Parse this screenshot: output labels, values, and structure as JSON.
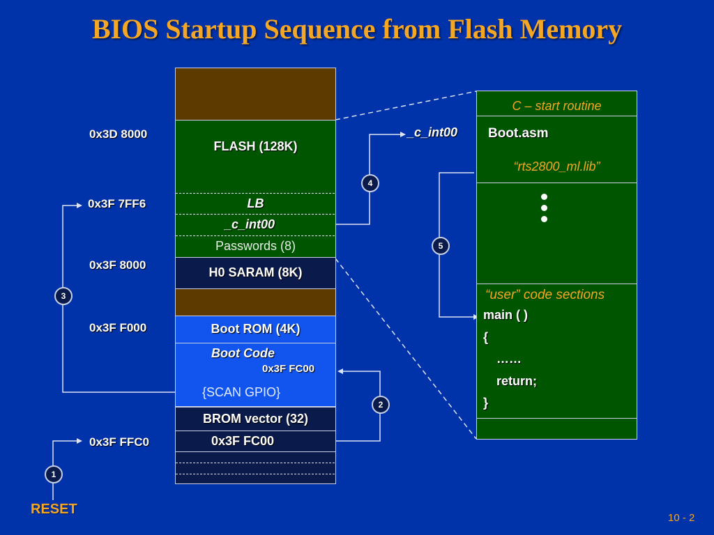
{
  "title": "BIOS Startup Sequence from Flash Memory",
  "memory_map": {
    "flash_label": "FLASH (128K)",
    "lb_label": "LB",
    "c_int00_label": "_c_int00",
    "passwords_label": "Passwords (8)",
    "h0_saram_label": "H0 SARAM (8K)",
    "boot_rom_label": "Boot ROM (4K)",
    "boot_code_label": "Boot Code",
    "boot_code_addr": "0x3F FC00",
    "scan_gpio_label": "{SCAN GPIO}",
    "brom_vector_label": "BROM vector (32)",
    "vector_value": "0x3F FC00"
  },
  "addresses": [
    "0x3D 8000",
    "0x3F 7FF6",
    "0x3F 8000",
    "0x3F F000",
    "0x3F FFC0"
  ],
  "code_panel": {
    "header": "C – start routine",
    "boot_asm": "Boot.asm",
    "lib": "“rts2800_ml.lib”",
    "user_sections": "“user” code sections",
    "main": "main ( )",
    "open_brace": "{",
    "ellipsis": "……",
    "return": "return;",
    "close_brace": "}"
  },
  "c_int00_callout": "_c_int00",
  "steps": [
    "1",
    "2",
    "3",
    "4",
    "5"
  ],
  "reset_label": "RESET",
  "page_number": "10 - 2"
}
